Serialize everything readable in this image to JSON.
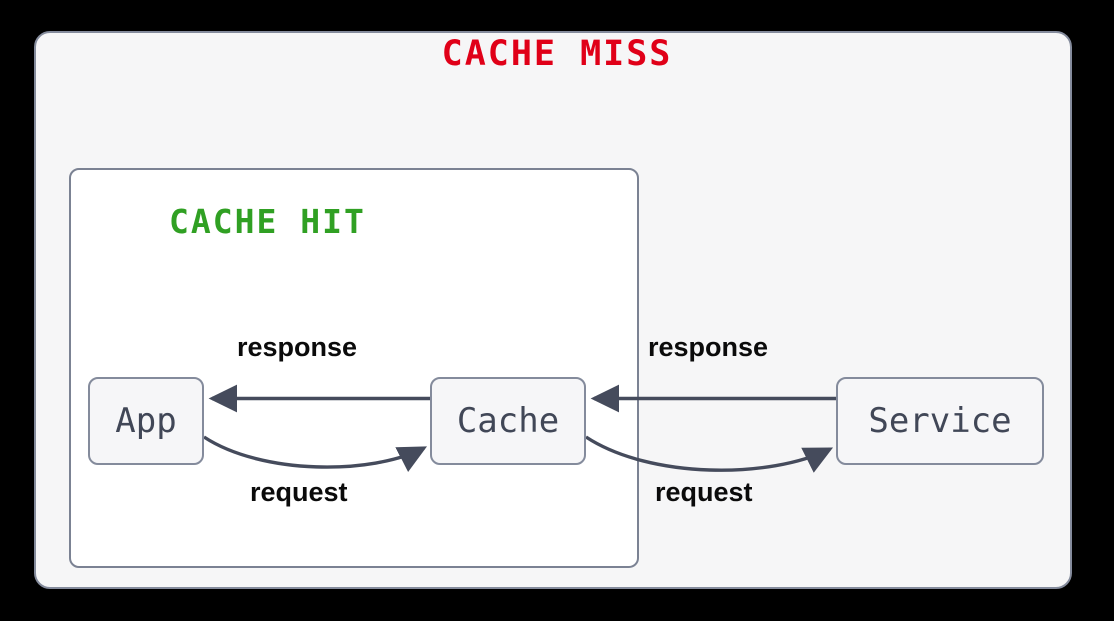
{
  "diagram": {
    "outer_block": {
      "title": "CACHE MISS",
      "title_color": "#e00018"
    },
    "inner_block": {
      "title": "CACHE HIT",
      "title_color": "#30a023"
    },
    "nodes": [
      {
        "id": "app",
        "label": "App"
      },
      {
        "id": "cache",
        "label": "Cache"
      },
      {
        "id": "service",
        "label": "Service"
      }
    ],
    "edges": [
      {
        "id": "cache-to-app",
        "label": "response",
        "from": "cache",
        "to": "app",
        "style": "straight",
        "direction": "left"
      },
      {
        "id": "app-to-cache",
        "label": "request",
        "from": "app",
        "to": "cache",
        "style": "curved",
        "direction": "right"
      },
      {
        "id": "service-to-cache",
        "label": "response",
        "from": "service",
        "to": "cache",
        "style": "straight",
        "direction": "left"
      },
      {
        "id": "cache-to-service",
        "label": "request",
        "from": "cache",
        "to": "service",
        "style": "curved",
        "direction": "right"
      }
    ],
    "colors": {
      "background": "#000000",
      "outer_fill": "#f6f6f7",
      "inner_fill": "#ffffff",
      "node_fill": "#f6f6f8",
      "stroke": "#848b9c",
      "arrow": "#454b5c",
      "node_text": "#414757",
      "label_text": "#0b0b0b"
    }
  }
}
